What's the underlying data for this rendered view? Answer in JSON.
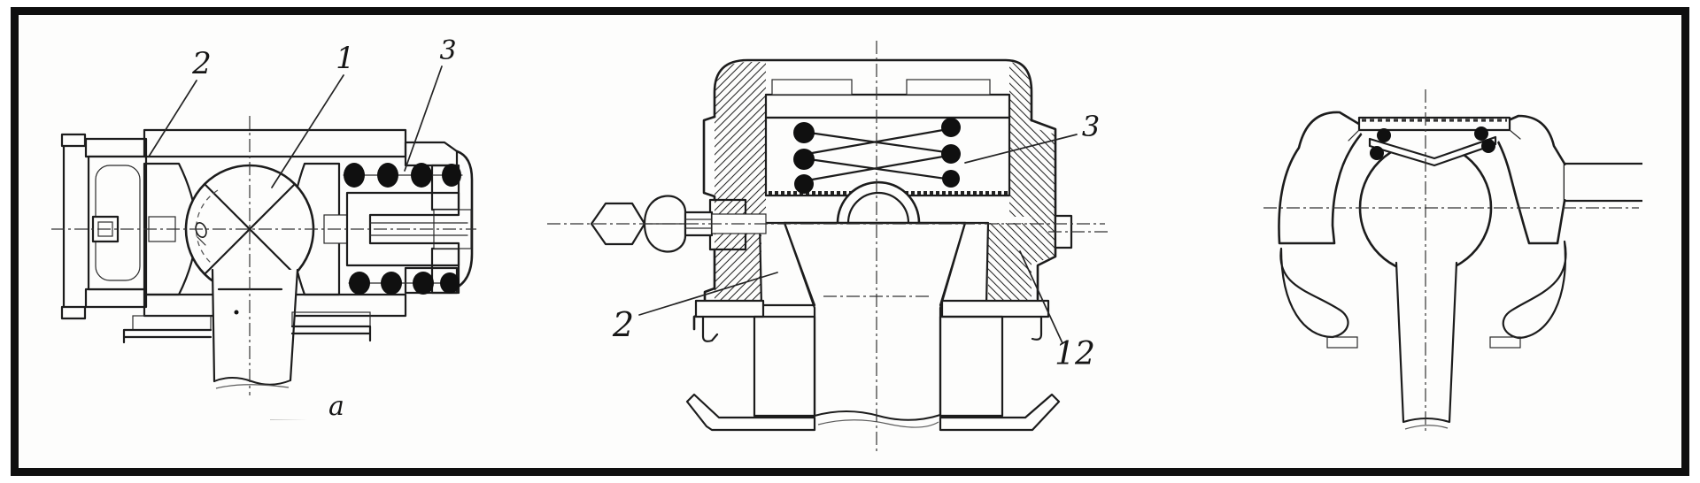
{
  "page": {
    "background": "#ffffff",
    "paper": "#fdfdfc",
    "frame_color": "#0f0f0f",
    "ink_color": "#1c1c1c"
  },
  "figures": {
    "left": {
      "caption": "а",
      "labels": {
        "l2": "2",
        "l1": "1",
        "l3": "3"
      }
    },
    "middle": {
      "labels": {
        "l2": "2",
        "l3": "3",
        "l12": "12"
      }
    },
    "right": {
      "labels": {}
    }
  }
}
